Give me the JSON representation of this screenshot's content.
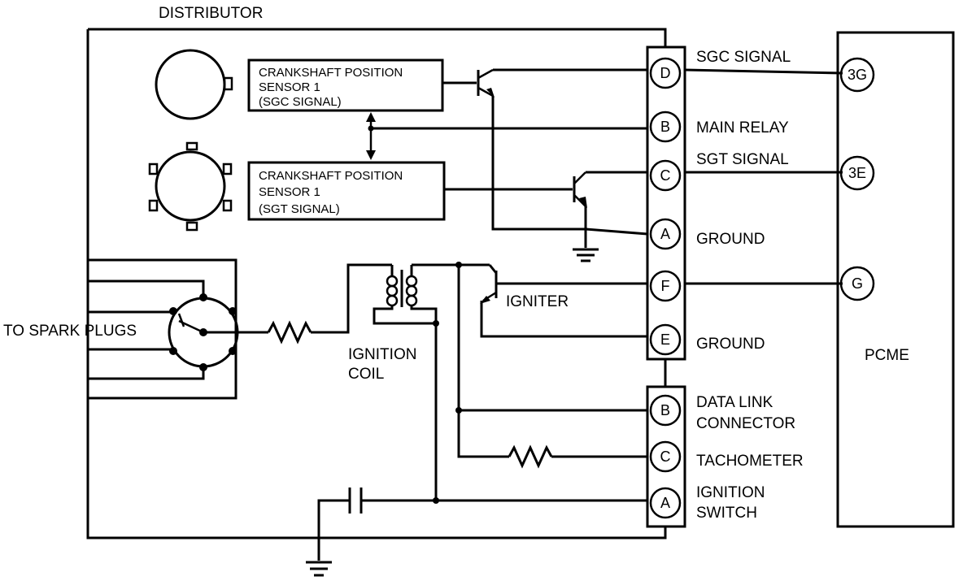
{
  "title": "DISTRIBUTOR",
  "sensor_sgc": {
    "line1": "CRANKSHAFT POSITION",
    "line2": "SENSOR 1",
    "line3": "(SGC SIGNAL)"
  },
  "sensor_sgt": {
    "line1": "CRANKSHAFT POSITION",
    "line2": "SENSOR 1",
    "line3": "(SGT SIGNAL)"
  },
  "labels": {
    "to_spark_plugs": "TO SPARK PLUGS",
    "ignition_coil_1": "IGNITION",
    "ignition_coil_2": "COIL",
    "igniter": "IGNITER",
    "pcme": "PCME"
  },
  "connector_top": {
    "pins": [
      {
        "pin": "D",
        "label": "SGC SIGNAL"
      },
      {
        "pin": "B",
        "label": "MAIN RELAY"
      },
      {
        "pin": "C",
        "label": "SGT SIGNAL"
      },
      {
        "pin": "A",
        "label": "GROUND"
      },
      {
        "pin": "F",
        "label": ""
      },
      {
        "pin": "E",
        "label": "GROUND"
      }
    ]
  },
  "connector_bottom": {
    "pins": [
      {
        "pin": "B",
        "label1": "DATA LINK",
        "label2": "CONNECTOR"
      },
      {
        "pin": "C",
        "label1": "TACHOMETER",
        "label2": ""
      },
      {
        "pin": "A",
        "label1": "IGNITION",
        "label2": "SWITCH"
      }
    ]
  },
  "pcme_pins": [
    "3G",
    "3E",
    "G"
  ]
}
